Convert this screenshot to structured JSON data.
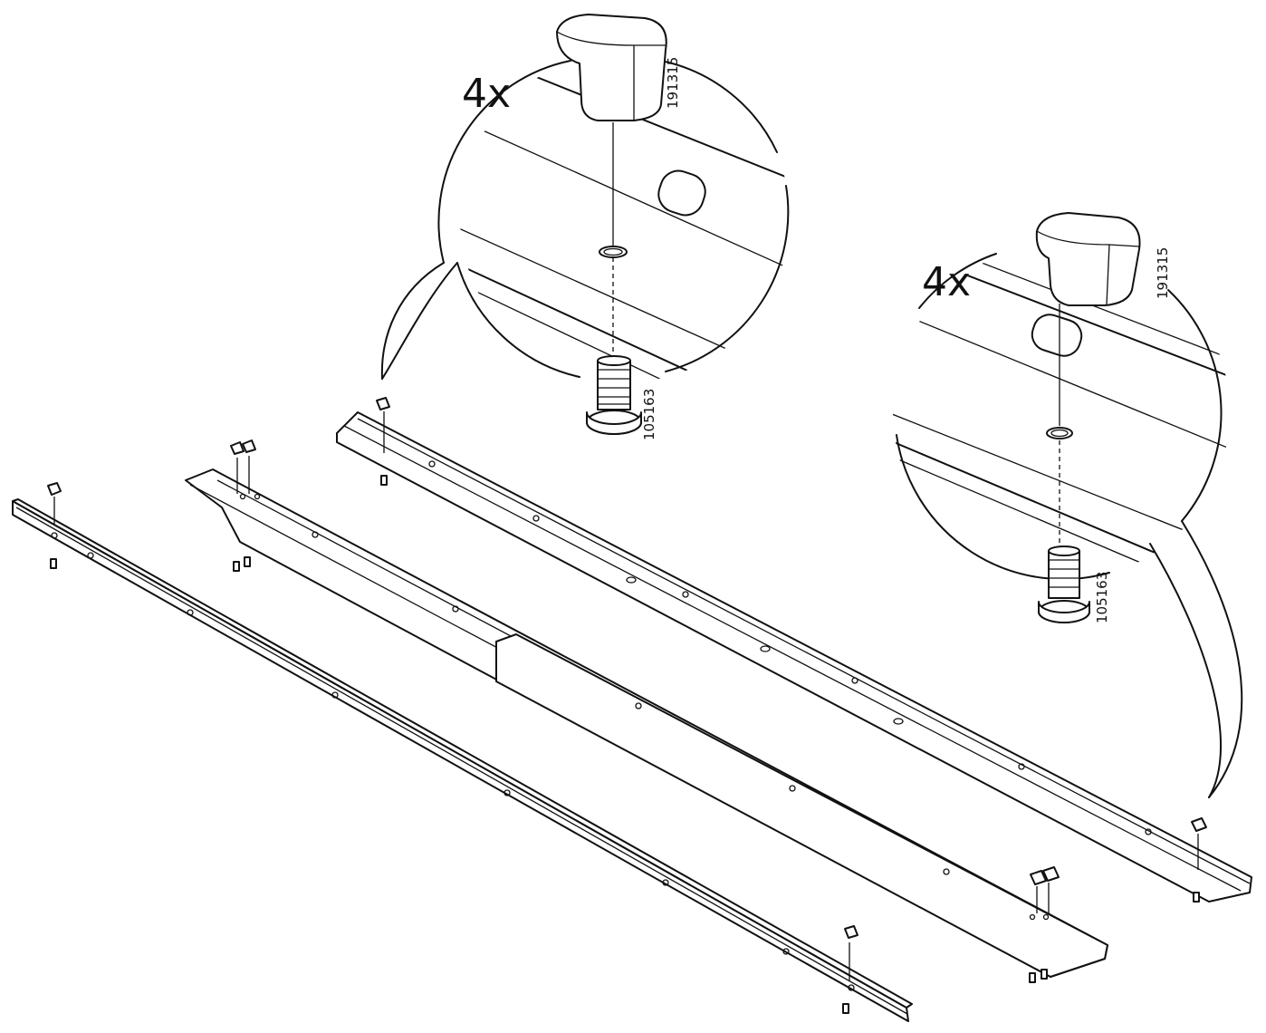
{
  "callout_left": {
    "quantity": "4x",
    "cap_code": "191315",
    "screw_code": "105163"
  },
  "callout_right": {
    "quantity": "4x",
    "cap_code": "191315",
    "screw_code": "105163"
  }
}
